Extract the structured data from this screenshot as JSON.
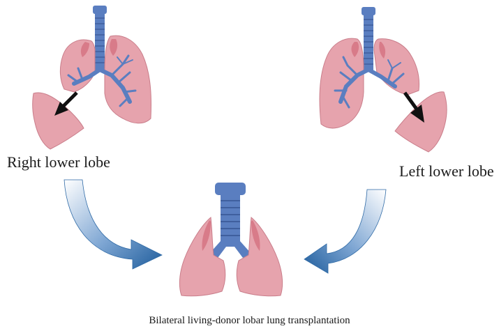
{
  "labels": {
    "right_lower_lobe": "Right lower lobe",
    "left_lower_lobe": "Left lower lobe",
    "caption": "Bilateral living-donor lobar lung transplantation"
  },
  "colors": {
    "lung_fill": "#e6a3ad",
    "lung_stroke": "#c97d8a",
    "lung_dark": "#d4707f",
    "airway": "#5a7ec0",
    "airway_dark": "#3f5f9e",
    "arrow_blue": "#2f6aa6",
    "arrow_black": "#111111"
  }
}
